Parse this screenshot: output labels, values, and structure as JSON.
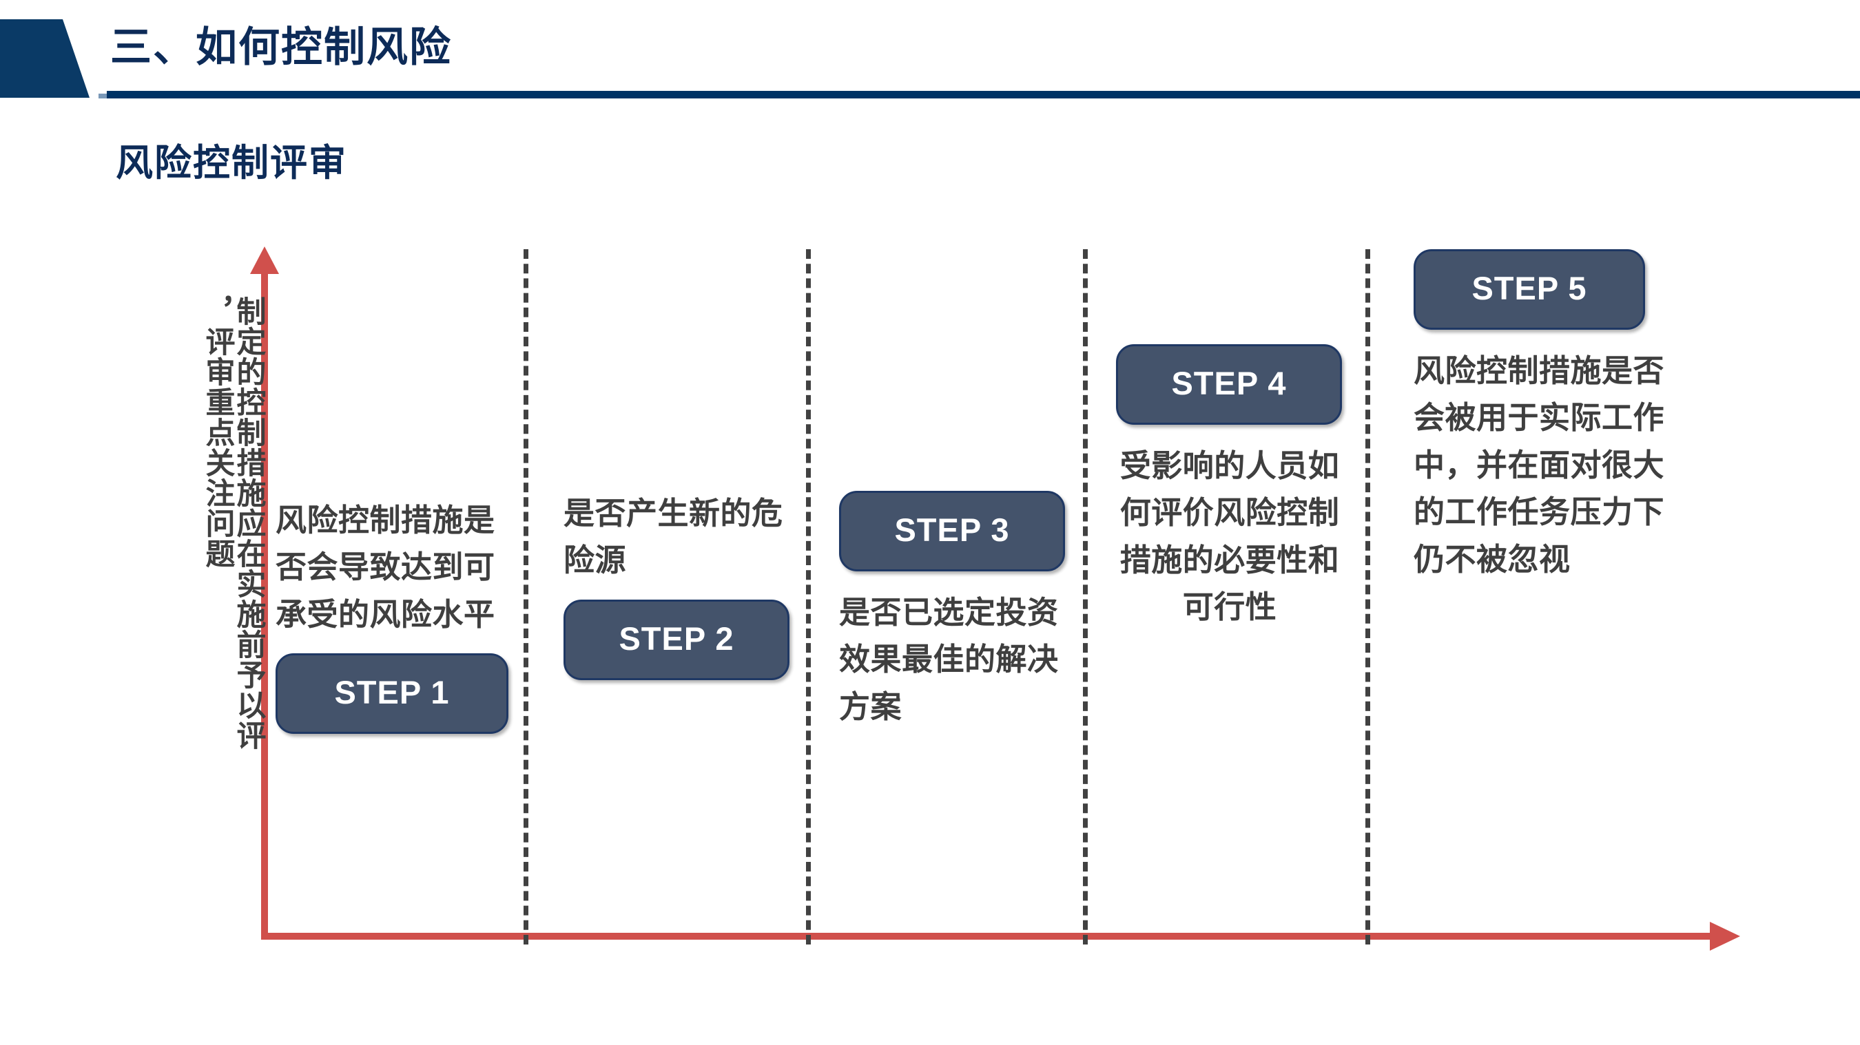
{
  "header": {
    "title": "三、如何控制风险",
    "accent_color": "#0D2B58",
    "rule_color": "#003366"
  },
  "subtitle": "风险控制评审",
  "axes": {
    "color": "#D0504C",
    "y_label_columns": [
      "制定的控制措施应在实施前予以评",
      "，评审重点关注问题"
    ],
    "y_label_full": "制定的控制措施应在实施前予以评，评审重点关注问题"
  },
  "divider_color": "#414141",
  "badge": {
    "fill": "#44536B",
    "border": "#1F3864",
    "text_color": "#FFFFFF"
  },
  "steps": [
    {
      "badge": "STEP 1",
      "text": "风险控制措施是否会导致达到可承受的风险水平",
      "badge_position": "below"
    },
    {
      "badge": "STEP 2",
      "text": "是否产生新的危险源",
      "badge_position": "below"
    },
    {
      "badge": "STEP 3",
      "text": "是否已选定投资效果最佳的解决方案",
      "badge_position": "above"
    },
    {
      "badge": "STEP 4",
      "text": "受影响的人员如何评价风险控制措施的必要性和可行性",
      "badge_position": "above"
    },
    {
      "badge": "STEP 5",
      "text": "风险控制措施是否会被用于实际工作中，并在面对很大的工作任务压力下仍不被忽视",
      "badge_position": "above"
    }
  ]
}
